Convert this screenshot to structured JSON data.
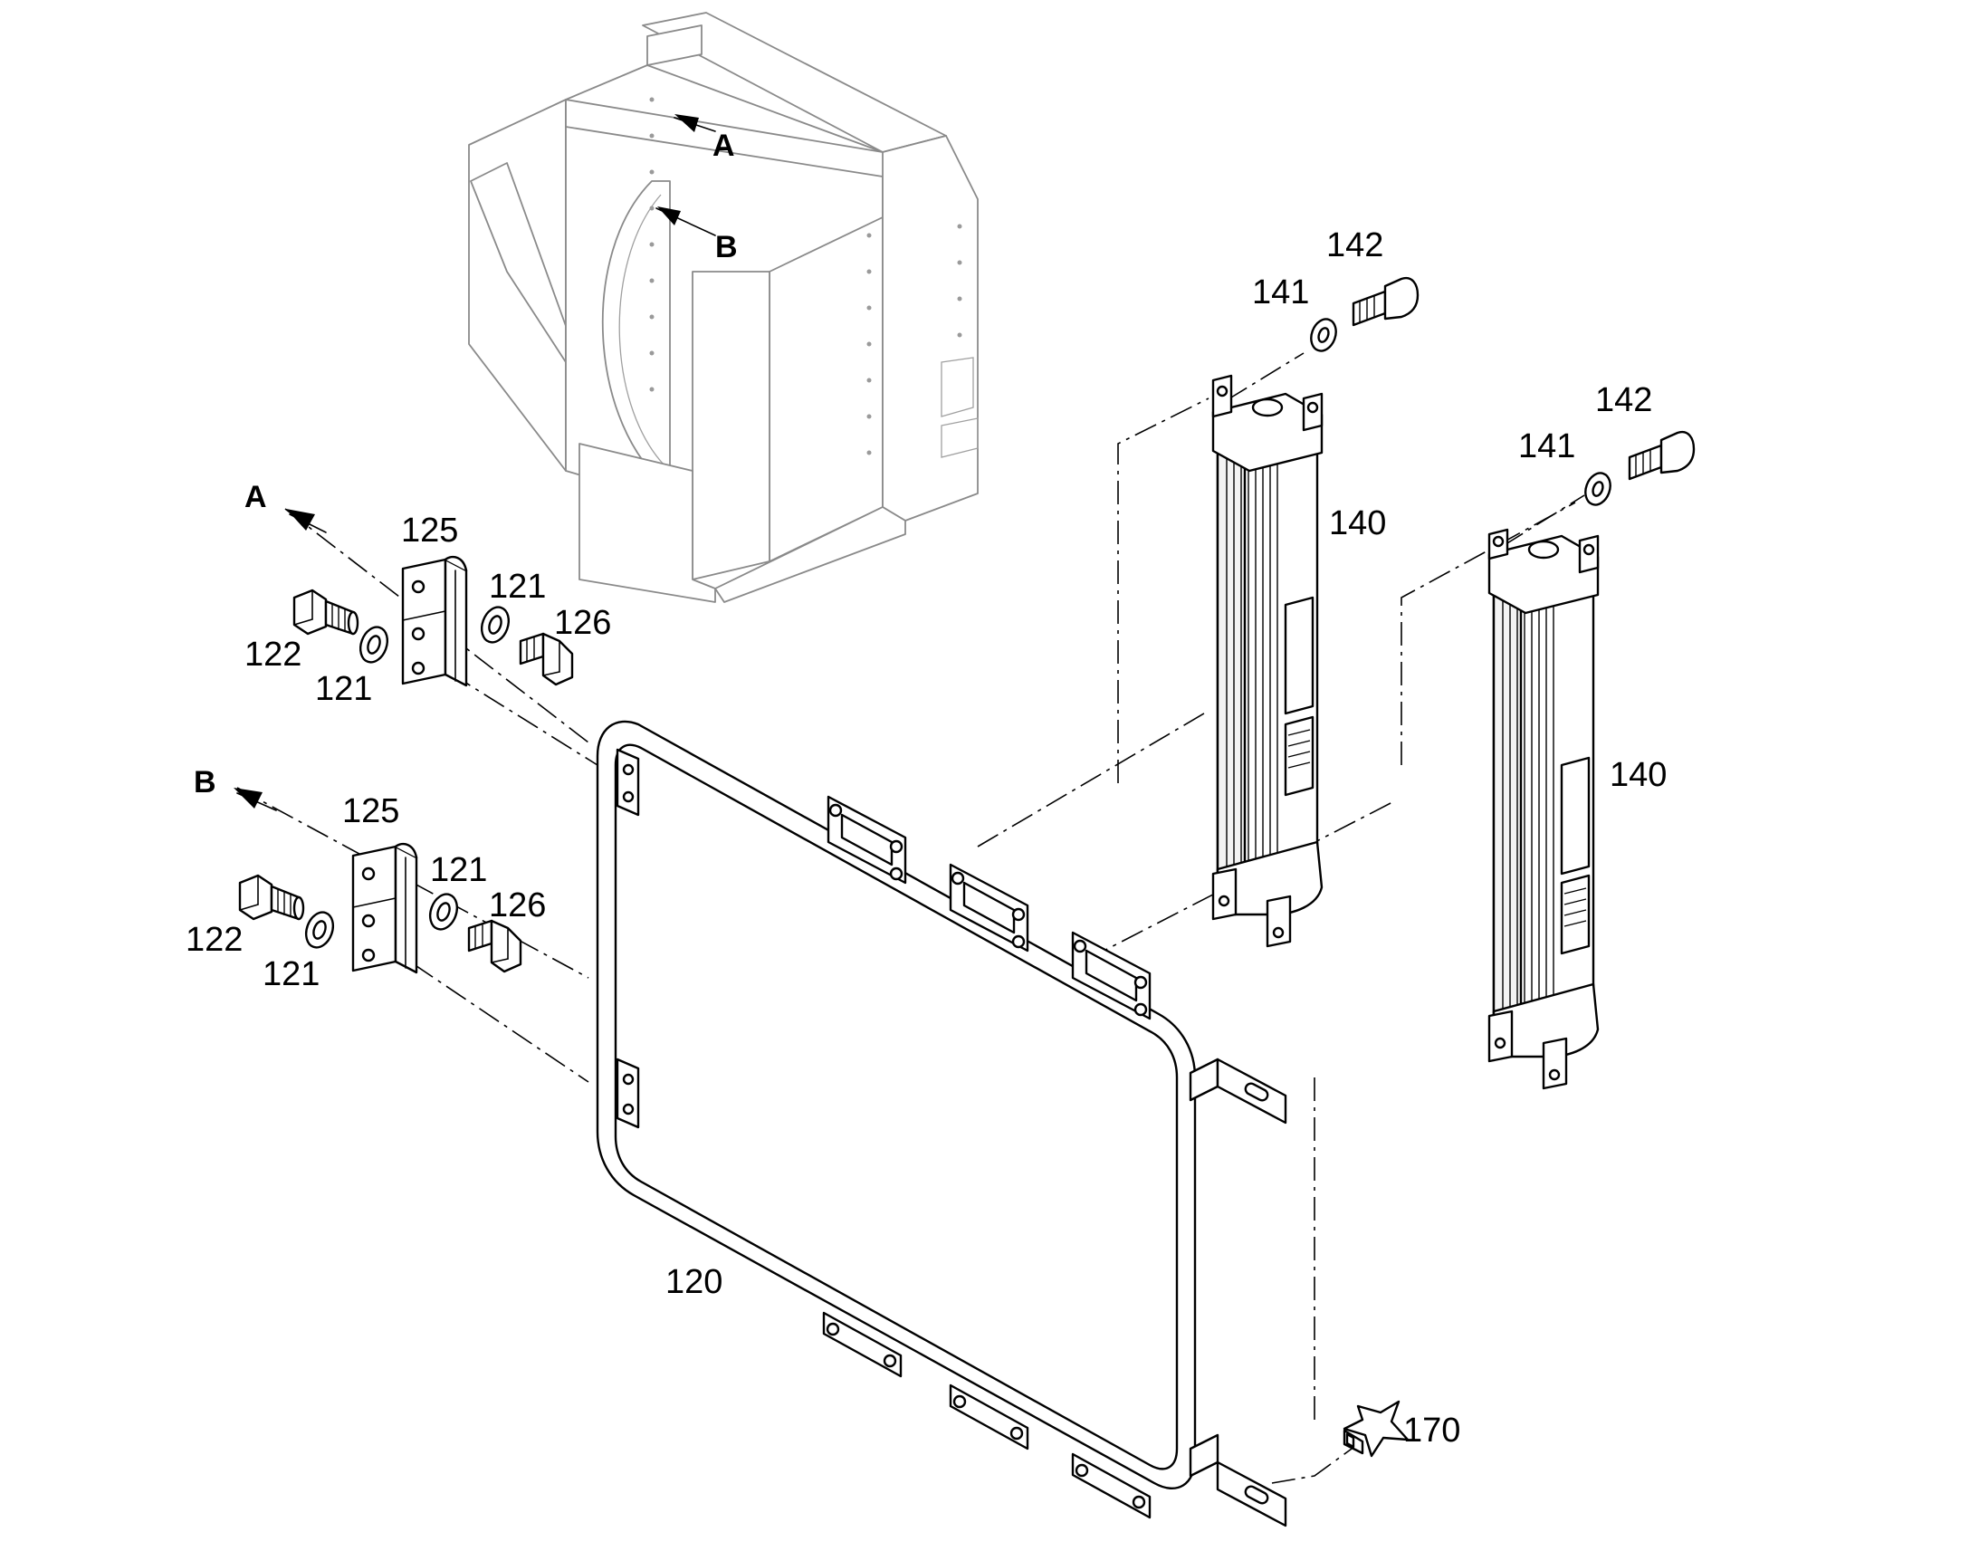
{
  "callouts": {
    "ref_a_top": "A",
    "ref_b_top": "B",
    "ref_a_left": "A",
    "ref_b_left": "B",
    "p120": "120",
    "p121_a_right": "121",
    "p121_a_left": "121",
    "p121_b_right": "121",
    "p121_b_left": "121",
    "p122_a": "122",
    "p122_b": "122",
    "p125_a": "125",
    "p125_b": "125",
    "p126_a": "126",
    "p126_b": "126",
    "p140_upper": "140",
    "p140_lower": "140",
    "p141_upper": "141",
    "p141_lower": "141",
    "p142_upper": "142",
    "p142_lower": "142",
    "p170": "170"
  }
}
